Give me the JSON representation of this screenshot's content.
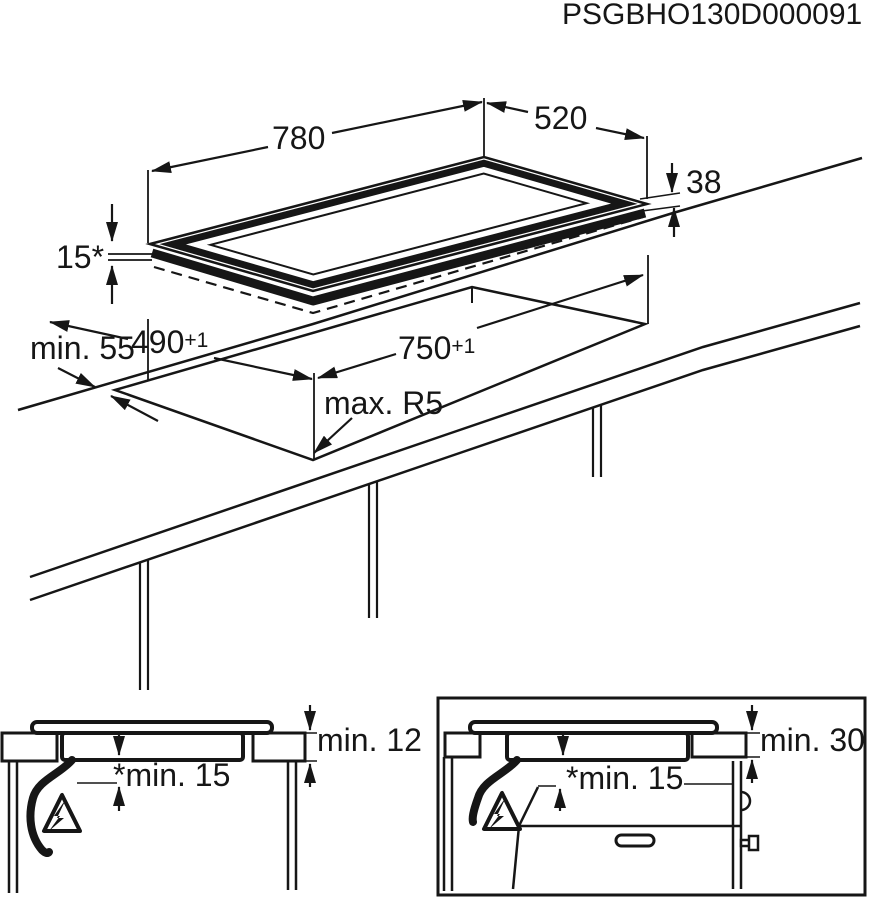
{
  "header": {
    "part_number": "PSGBHO130D000091"
  },
  "isometric_view": {
    "hob": {
      "width_label": "780",
      "depth_label": "520",
      "height_label": "38",
      "overhang_label": "15*"
    },
    "cutout": {
      "rear_clearance_label": "min. 55",
      "depth_value": "490",
      "depth_tolerance": "+1",
      "width_value": "750",
      "width_tolerance": "+1",
      "corner_radius_label": "max. R5"
    }
  },
  "detail_left": {
    "countertop_thickness_label": "min. 12",
    "clearance_label": "*min. 15",
    "warning_icon": "high-voltage-warning-triangle"
  },
  "detail_right": {
    "countertop_thickness_label": "min. 30",
    "clearance_label": "*min. 15",
    "warning_icon": "high-voltage-warning-triangle"
  },
  "colors": {
    "line": "#161616",
    "background": "#ffffff"
  }
}
